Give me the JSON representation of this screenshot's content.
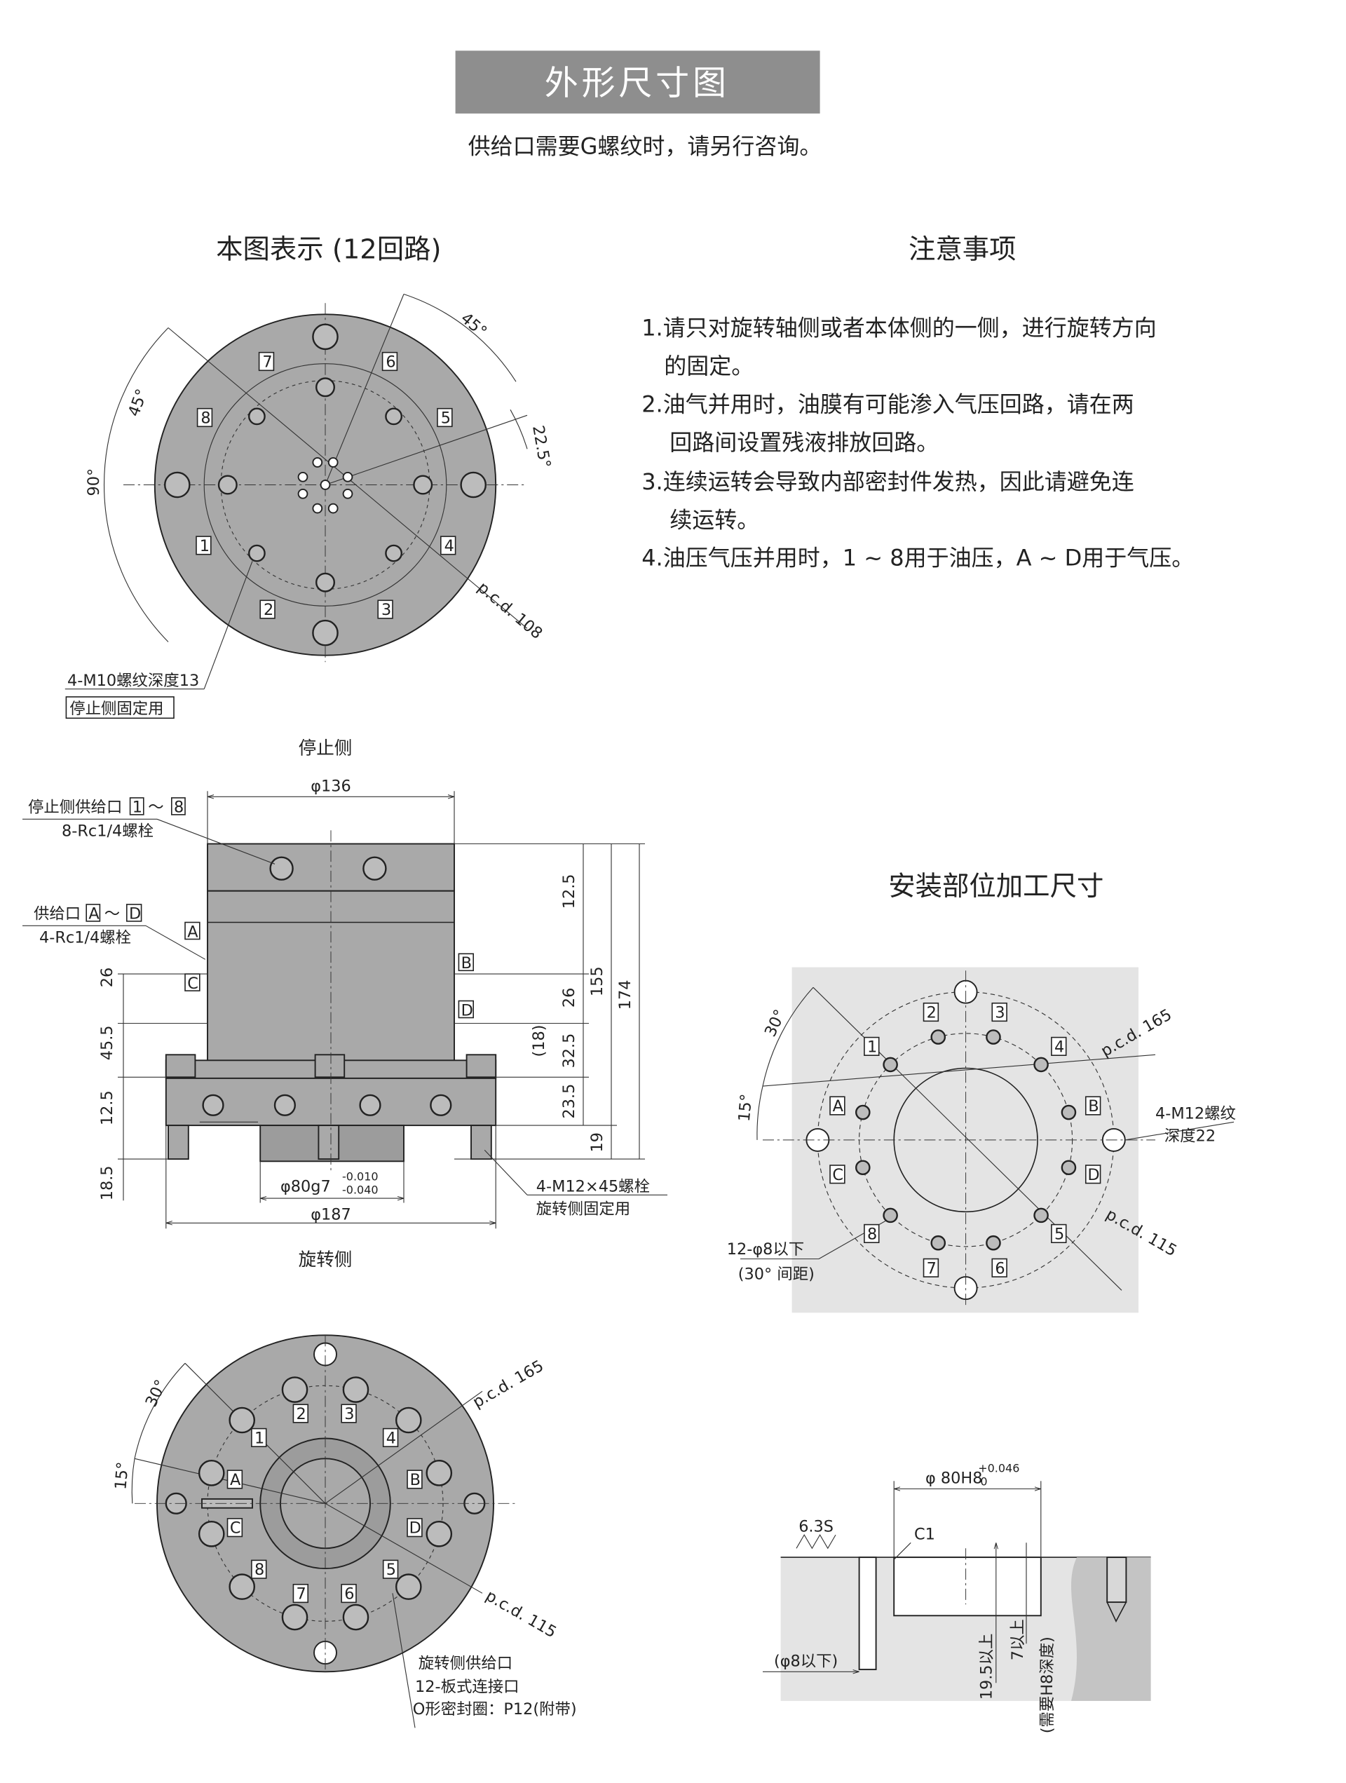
{
  "header": {
    "title": "外形尺寸图",
    "subtitle": "供给口需要G螺纹时，请另行咨询。"
  },
  "left_title": "本图表示 (12回路)",
  "notes": {
    "title": "注意事项",
    "lines": [
      "1.请只对旋转轴侧或者本体侧的一侧，进行旋转方向",
      "的固定。",
      "2.油气并用时，油膜有可能渗入气压回路，请在两",
      "回路间设置残液排放回路。",
      "3.连续运转会导致内部密封件发热，因此请避免连",
      "续运转。",
      "4.油压气压并用时，1 ~ 8用于油压，A ~ D用于气压。"
    ]
  },
  "top_view": {
    "angles": [
      "45°",
      "45°",
      "90°",
      "22.5°"
    ],
    "pcd": "p.c.d. 108",
    "ports": [
      "1",
      "2",
      "3",
      "4",
      "5",
      "6",
      "7",
      "8"
    ],
    "bolt_label": "4-M10螺纹深度13",
    "bolt_note": "停止侧固定用",
    "caption": "停止侧"
  },
  "side_view": {
    "dia_top": "φ136",
    "port_label_1": "停止侧供给口",
    "port_range_1": [
      "1",
      "8"
    ],
    "port_thread_1": "8-Rc1/4螺栓",
    "port_label_2": "供给口",
    "port_range_2": [
      "A",
      "D"
    ],
    "port_thread_2": "4-Rc1/4螺栓",
    "tilde": "～",
    "ports": [
      "A",
      "B",
      "C",
      "D"
    ],
    "dims_left": [
      "26",
      "45.5",
      "12.5",
      "18.5"
    ],
    "dims_right": [
      "12.5",
      "26",
      "(18)",
      "32.5",
      "23.5",
      "19",
      "155",
      "174"
    ],
    "dia_shaft": "φ80g7",
    "tol_upper": "-0.010",
    "tol_lower": "-0.040",
    "dia_flange": "φ187",
    "bolt_label": "4-M12×45螺栓",
    "bolt_note": "旋转侧固定用",
    "caption": "旋转侧"
  },
  "bottom_view": {
    "angles": [
      "30°",
      "15°"
    ],
    "pcd_outer": "p.c.d. 165",
    "pcd_inner": "p.c.d. 115",
    "ports": [
      "1",
      "2",
      "3",
      "4",
      "5",
      "6",
      "7",
      "8",
      "A",
      "B",
      "C",
      "D"
    ],
    "note_lines": [
      "旋转侧供给口",
      "12-板式连接口",
      "O形密封圈：P12(附带)"
    ]
  },
  "mounting": {
    "title": "安装部位加工尺寸",
    "angles": [
      "30°",
      "15°"
    ],
    "pcd_outer": "p.c.d. 165",
    "pcd_inner": "p.c.d. 115",
    "ports": [
      "1",
      "2",
      "3",
      "4",
      "5",
      "6",
      "7",
      "8",
      "A",
      "B",
      "C",
      "D"
    ],
    "thread_label": "4-M12螺纹",
    "thread_depth": "深度22",
    "hole_label": "12-φ8以下",
    "hole_note": "(30° 间距)"
  },
  "section": {
    "dia": "φ 80H8",
    "tol_upper": "+0.046",
    "tol_lower": "0",
    "roughness": "6.3S",
    "chamfer": "C1",
    "depth1": "19.5以上",
    "depth2": "7以上",
    "depth_note": "(需要H8深度)",
    "hole_dia": "(φ8以下)"
  }
}
